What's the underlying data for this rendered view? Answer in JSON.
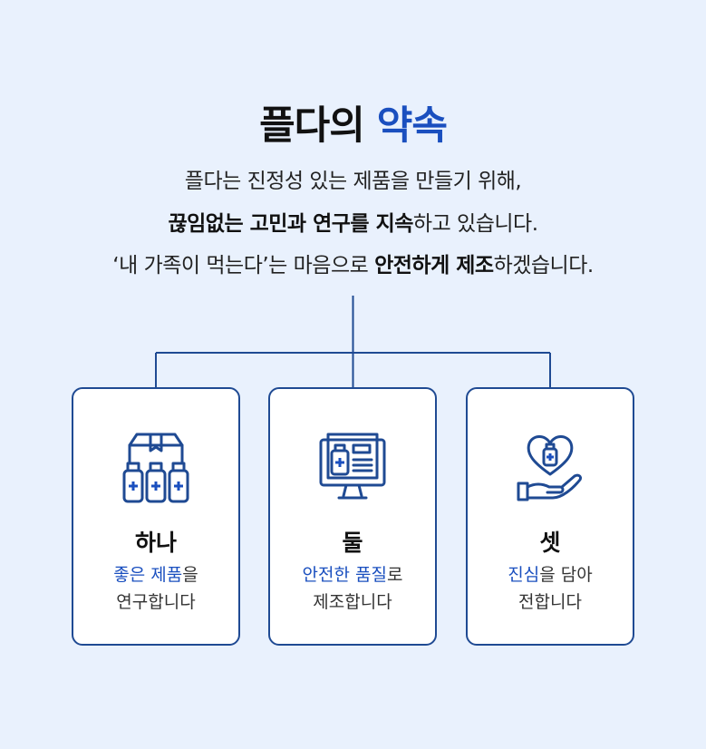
{
  "title": {
    "main": "플다의",
    "accent": "약속"
  },
  "intro": {
    "line1": "플다는 진정성 있는 제품을 만들기 위해,",
    "line2_bold": "끊임없는 고민과 연구를 지속",
    "line2_rest": "하고 있습니다.",
    "line3_start": "‘내 가족이 먹는다’는 마음으로 ",
    "line3_bold": "안전하게 제조",
    "line3_rest": "하겠습니다."
  },
  "cards": [
    {
      "icon": "medicine-box-icon",
      "name": "하나",
      "desc_hl": "좋은 제품",
      "desc_rest": "을",
      "desc_line2": "연구합니다"
    },
    {
      "icon": "monitor-document-icon",
      "name": "둘",
      "desc_hl": "안전한 품질",
      "desc_rest": "로",
      "desc_line2": "제조합니다"
    },
    {
      "icon": "heart-hand-icon",
      "name": "셋",
      "desc_hl": "진심",
      "desc_rest": "을 담아",
      "desc_line2": "전합니다"
    }
  ],
  "colors": {
    "background": "#e9f1fd",
    "accent": "#1a4fbf",
    "line": "#1f4a93"
  }
}
